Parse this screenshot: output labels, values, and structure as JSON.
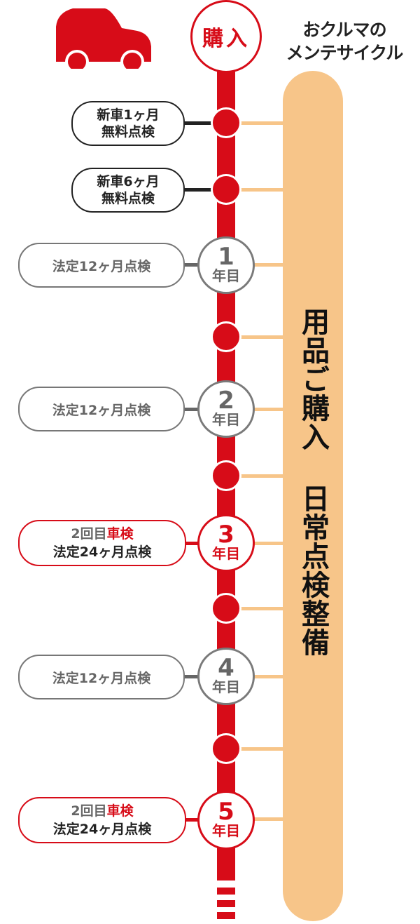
{
  "header": {
    "purchase_label": "購入",
    "title_line1": "おクルマの",
    "title_line2": "メンテサイクル",
    "car_icon": "car-icon"
  },
  "sidebar_bar": {
    "text": "用品ご購入 日常点検整備",
    "color": "#f7c589"
  },
  "colors": {
    "accent_red": "#d70c18",
    "gray": "#666666",
    "orange": "#f7c589"
  },
  "milestones": [
    {
      "type": "dot",
      "label_line1": "新車1ヶ月",
      "label_line2": "無料点検"
    },
    {
      "type": "dot",
      "label_line1": "新車6ヶ月",
      "label_line2": "無料点検"
    },
    {
      "type": "year",
      "year": "1",
      "year_suffix": "年目",
      "label": "法定12ヶ月点検"
    },
    {
      "type": "dot"
    },
    {
      "type": "year",
      "year": "2",
      "year_suffix": "年目",
      "label": "法定12ヶ月点検"
    },
    {
      "type": "dot"
    },
    {
      "type": "year",
      "year": "3",
      "year_suffix": "年目",
      "label_prefix": "2回目",
      "label_highlight": "車検",
      "label_line2": "法定24ヶ月点検"
    },
    {
      "type": "dot"
    },
    {
      "type": "year",
      "year": "4",
      "year_suffix": "年目",
      "label": "法定12ヶ月点検"
    },
    {
      "type": "dot"
    },
    {
      "type": "year",
      "year": "5",
      "year_suffix": "年目",
      "label_prefix": "2回目",
      "label_highlight": "車検",
      "label_line2": "法定24ヶ月点検"
    }
  ]
}
